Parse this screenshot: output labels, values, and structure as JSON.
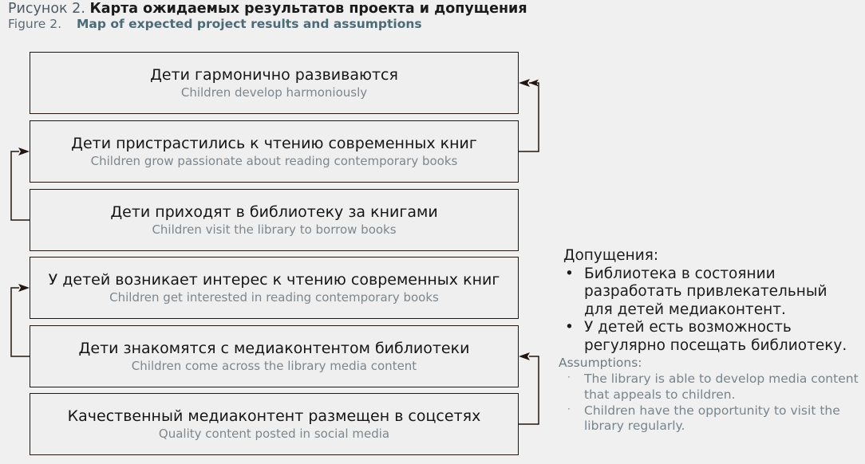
{
  "caption": {
    "ru_label": "Рисунок 2.",
    "ru_title": "Карта ожидаемых результатов проекта и допущения",
    "en_label": "Figure 2.",
    "en_title": "Map of expected project results and assumptions"
  },
  "flow": {
    "boxes": [
      {
        "ru": "Дети гармонично развиваются",
        "en": "Children develop harmoniously"
      },
      {
        "ru": "Дети пристрастились к чтению современных книг",
        "en": "Children grow passionate about reading contemporary books"
      },
      {
        "ru": "Дети приходят в библиотеку за книгами",
        "en": "Children visit the library to borrow books"
      },
      {
        "ru": "У детей возникает интерес к чтению современных книг",
        "en": "Children get interested in reading contemporary books"
      },
      {
        "ru": "Дети знакомятся с медиаконтентом библиотеки",
        "en": "Children come across the library media content"
      },
      {
        "ru": "Качественный медиаконтент размещен в соцсетях",
        "en": "Quality content posted in social media"
      }
    ]
  },
  "assumptions": {
    "ru_heading": "Допущения:",
    "ru_items": [
      "Библиотека в состоянии разработать привлекательный для детей медиаконтент.",
      "У детей есть возможность регулярно посещать библиотеку."
    ],
    "en_heading": "Assumptions:",
    "en_items": [
      "The library is able to develop media content that appeals to children.",
      "Children have the opportunity to visit the library regularly."
    ],
    "bullet_ru": "•",
    "bullet_en": "·"
  },
  "colors": {
    "background": "#f0f0f0",
    "box_border": "#231510",
    "box_fill": "#efefef",
    "ru_text": "#161616",
    "en_text": "#7d868c",
    "caption_en_title": "#4b6b78",
    "arrow": "#231510"
  }
}
